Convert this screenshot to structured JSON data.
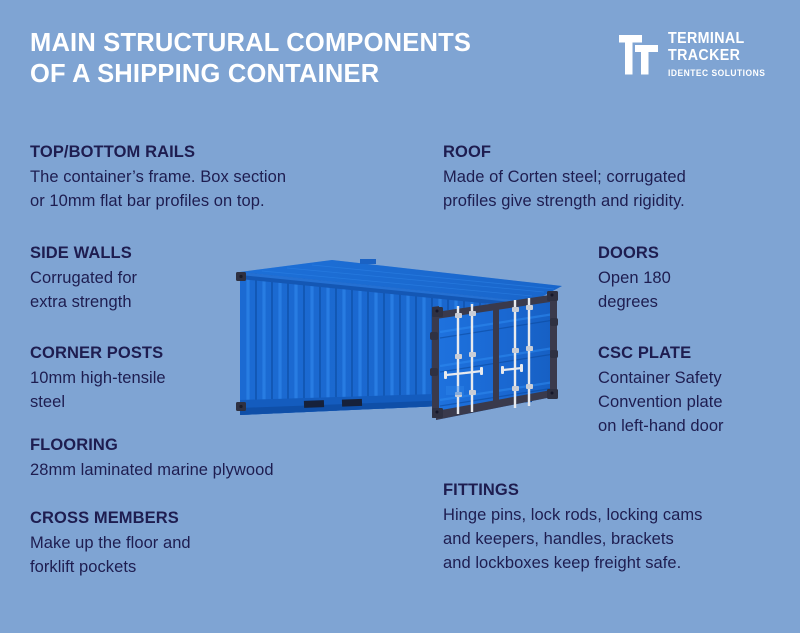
{
  "header": {
    "title_line1": "MAIN STRUCTURAL COMPONENTS",
    "title_line2": "OF A SHIPPING CONTAINER",
    "logo": {
      "mark": "tt-monogram-icon",
      "line1": "TERMINAL",
      "line2": "TRACKER",
      "line3": "IDENTEC SOLUTIONS"
    }
  },
  "colors": {
    "background": "#7FA4D3",
    "title_text": "#FFFFFF",
    "body_text": "#1E1D50",
    "container_body": "#1E6FD9",
    "container_light": "#2E84E8",
    "container_dark": "#0F4FA8",
    "container_frame": "#3A3A4C"
  },
  "left_column": [
    {
      "title": "TOP/BOTTOM RAILS",
      "lines": [
        "The container’s frame. Box section",
        "or 10mm flat bar profiles on top."
      ]
    },
    {
      "title": "SIDE WALLS",
      "lines": [
        "Corrugated for",
        "extra strength"
      ]
    },
    {
      "title": "CORNER POSTS",
      "lines": [
        "10mm high-tensile",
        "steel"
      ]
    },
    {
      "title": "FLOORING",
      "lines": [
        "28mm laminated marine plywood"
      ]
    },
    {
      "title": "CROSS MEMBERS",
      "lines": [
        "Make up the floor and",
        "forklift pockets"
      ]
    }
  ],
  "right_column": [
    {
      "title": "ROOF",
      "lines": [
        "Made of Corten steel; corrugated",
        "profiles give strength and rigidity."
      ]
    },
    {
      "title": "DOORS",
      "lines": [
        "Open 180",
        "degrees"
      ]
    },
    {
      "title": "CSC PLATE",
      "lines": [
        "Container Safety",
        "Convention plate",
        "on left-hand door"
      ]
    },
    {
      "title": "FITTINGS",
      "lines": [
        "Hinge pins, lock rods, locking cams",
        "and keepers, handles, brackets",
        "and lockboxes keep freight safe."
      ]
    }
  ],
  "illustration": {
    "name": "shipping-container-illustration",
    "description": "Blue corrugated shipping container shown in three-quarter view with双 doors on the right end"
  }
}
